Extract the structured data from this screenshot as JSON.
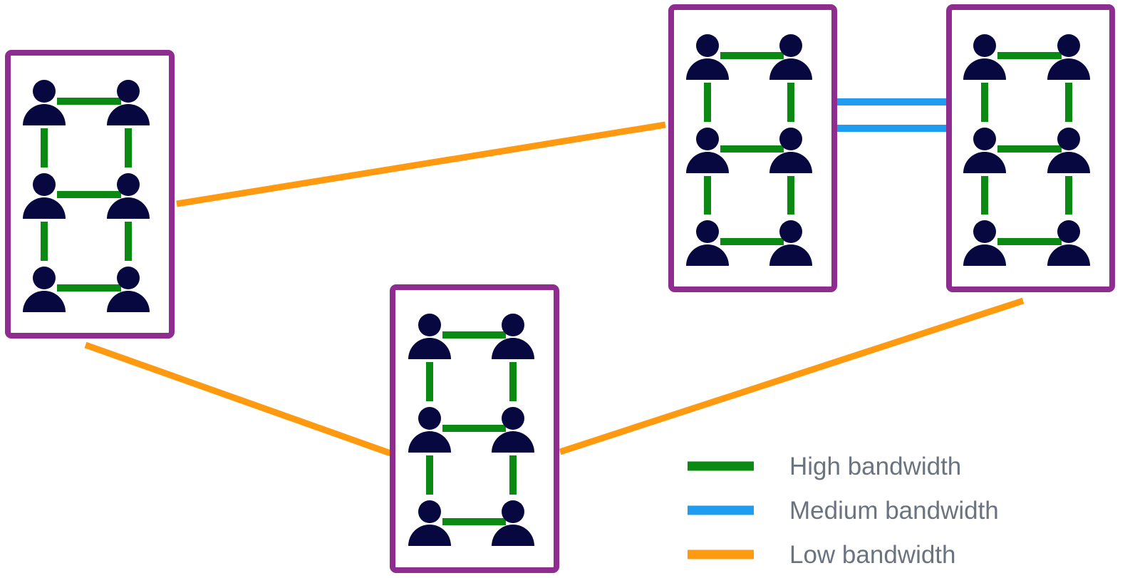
{
  "colors": {
    "group_border": "#8e2c8f",
    "person": "#07083f",
    "high": "#0a8a12",
    "medium": "#1f9bf0",
    "low": "#ff9a10",
    "legend_text": "#6b7280"
  },
  "icons": {
    "member": "person-icon"
  },
  "groups": [
    {
      "id": "group-a",
      "rows": 3,
      "cols": 2
    },
    {
      "id": "group-b",
      "rows": 3,
      "cols": 2
    },
    {
      "id": "group-c",
      "rows": 3,
      "cols": 2
    },
    {
      "id": "group-d",
      "rows": 3,
      "cols": 2
    }
  ],
  "inter_group_links": [
    {
      "from": "group-a",
      "to": "group-b",
      "bandwidth": "low"
    },
    {
      "from": "group-a",
      "to": "group-d",
      "bandwidth": "low"
    },
    {
      "from": "group-d",
      "to": "group-c",
      "bandwidth": "low"
    },
    {
      "from": "group-b",
      "to": "group-c",
      "bandwidth": "medium"
    },
    {
      "from": "group-b",
      "to": "group-c",
      "bandwidth": "medium"
    }
  ],
  "intra_group_bandwidth": "high",
  "legend": [
    {
      "key": "high",
      "label": "High bandwidth"
    },
    {
      "key": "medium",
      "label": "Medium bandwidth"
    },
    {
      "key": "low",
      "label": "Low bandwidth"
    }
  ]
}
